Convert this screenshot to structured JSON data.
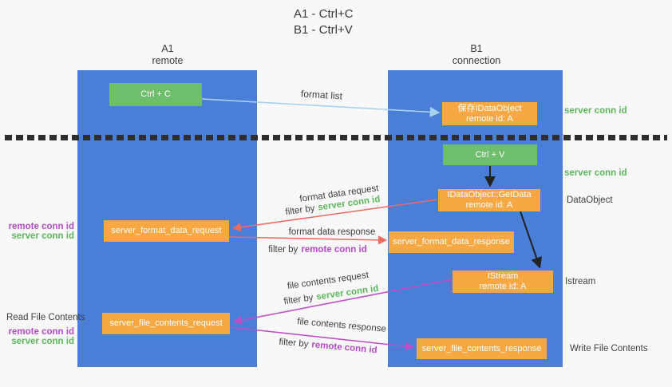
{
  "title": {
    "line1": "A1 - Ctrl+C",
    "line2": "B1 - Ctrl+V"
  },
  "columns": {
    "a1": {
      "name": "A1",
      "subtitle": "remote"
    },
    "b1": {
      "name": "B1",
      "subtitle": "connection"
    }
  },
  "boxes": {
    "ctrl_c": "Ctrl + C",
    "ctrl_v": "Ctrl + V",
    "save_dataobject": {
      "line1": "保存IDataObject",
      "line2": "remote id: A"
    },
    "getdata": {
      "line1": "IDataObject::GetData",
      "line2": "remote id: A"
    },
    "istream": {
      "line1": "IStream",
      "line2": "remote id: A"
    },
    "format_request": "server_format_data_request",
    "format_response": "server_format_data_response",
    "file_request": "server_file_contents_request",
    "file_response": "server_file_contents_response"
  },
  "arrow_labels": {
    "format_list": "format list",
    "format_data_request": "format data request",
    "format_data_response": "format data response",
    "file_contents_request": "file contents request",
    "file_contents_response": "file contents response",
    "filter_by": "filter by",
    "server_conn_id": "server conn id",
    "remote_conn_id": "remote conn id"
  },
  "left_labels": {
    "read_file_contents": "Read File Contents",
    "remote_conn_id": "remote conn id",
    "server_conn_id": "server conn id"
  },
  "right_labels": {
    "server_conn_id_top": "server conn id",
    "server_conn_id_middle": "server conn id",
    "dataobject": "DataObject",
    "istream": "Istream",
    "write_file_contents": "Write File Contents"
  },
  "colors": {
    "column_blue": "#4a7ed7",
    "box_green": "#6fbe6e",
    "box_orange": "#f7a843",
    "arrow_lightblue": "#a8d2f0",
    "arrow_red": "#ed6a5e",
    "arrow_magenta": "#bf4fc9",
    "text_green": "#5cb85c",
    "text_purple": "#b44bc8",
    "text_dark": "#3f3f3f",
    "background": "#f8f8f8"
  }
}
